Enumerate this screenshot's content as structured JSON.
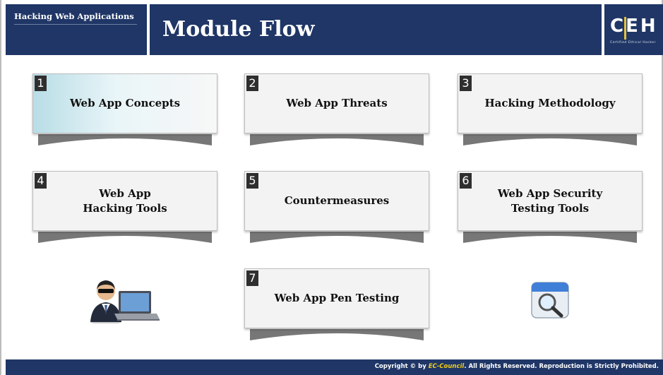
{
  "header": {
    "section": "Hacking Web Applications",
    "title": "Module Flow",
    "logo_text": "CEH",
    "logo_subtext": "Certified Ethical Hacker"
  },
  "modules": [
    {
      "number": "1",
      "line1": "Web App Concepts",
      "line2": ""
    },
    {
      "number": "2",
      "line1": "Web App Threats",
      "line2": ""
    },
    {
      "number": "3",
      "line1": "Hacking Methodology",
      "line2": ""
    },
    {
      "number": "4",
      "line1": "Web App",
      "line2": "Hacking Tools"
    },
    {
      "number": "5",
      "line1": "Countermeasures",
      "line2": ""
    },
    {
      "number": "6",
      "line1": "Web App Security",
      "line2": "Testing Tools"
    },
    {
      "number": "7",
      "line1": "Web App Pen Testing",
      "line2": ""
    }
  ],
  "active_module": "1",
  "icons": {
    "left": "hacker-laptop-icon",
    "right": "magnifier-window-icon"
  },
  "colors": {
    "header_bg": "#1f3666",
    "active_card": "#b8dde6",
    "number_badge": "#2f2f2f",
    "brand_yellow": "#f2cd1a"
  },
  "footer": {
    "prefix": "Copyright © by ",
    "brand": "EC-Council",
    "suffix": ". All Rights Reserved. Reproduction is Strictly Prohibited."
  }
}
